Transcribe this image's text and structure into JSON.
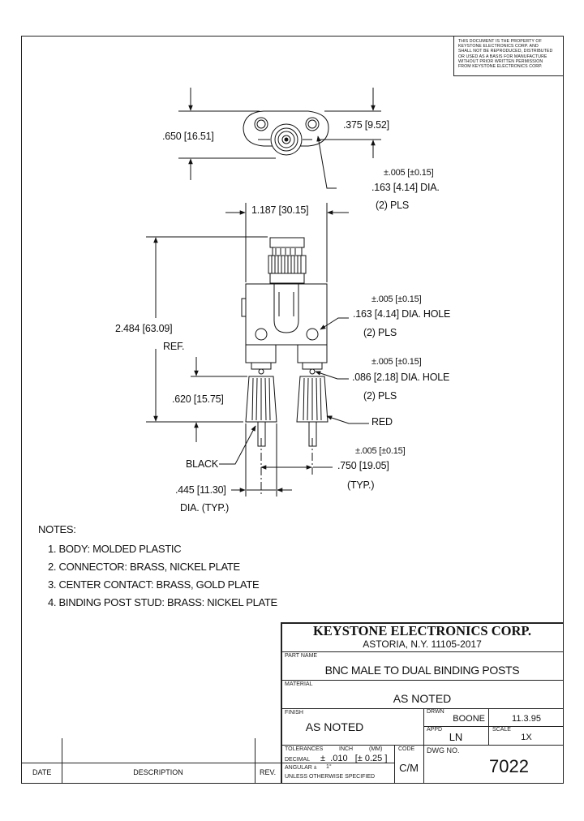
{
  "notice": {
    "lines": [
      "THIS DOCUMENT IS THE PROPERTY OF",
      "KEYSTONE ELECTRONICS CORP. AND",
      "SHALL NOT BE REPRODUCED, DISTRIBUTED",
      "OR USED AS A BASIS FOR MANUFACTURE",
      "WITHOUT PRIOR WRITTEN PERMISSION",
      "FROM KEYSTONE ELECTRONICS CORP."
    ]
  },
  "dimensions": {
    "height_top": ".650 [16.51]",
    "offset_top": ".375  [9.52]",
    "tol_1": "±.005 [±0.15]",
    "dia_mount": ".163 [4.14] DIA.",
    "pls_1": "(2) PLS",
    "width": "1.187  [30.15]",
    "tol_2": "±.005 [±0.15]",
    "dia_hole": ".163 [4.14] DIA. HOLE",
    "pls_2": "(2) PLS",
    "overall_height": "2.484  [63.09]",
    "ref": "REF.",
    "tol_3": "±.005 [±0.15]",
    "dia_small_hole": ".086 [2.18] DIA. HOLE",
    "pls_3": "(2) PLS",
    "post_height": ".620 [15.75]",
    "red": "RED",
    "black": "BLACK",
    "tol_4": "±.005 [±0.15]",
    "spacing": ".750  [19.05]",
    "typ": "(TYP.)",
    "post_dia": ".445  [11.30]",
    "post_dia_typ": "DIA. (TYP.)"
  },
  "notes": {
    "heading": "NOTES:",
    "items": [
      "1. BODY: MOLDED PLASTIC",
      "2. CONNECTOR: BRASS, NICKEL PLATE",
      "3. CENTER CONTACT: BRASS, GOLD PLATE",
      "4. BINDING POST STUD: BRASS: NICKEL PLATE"
    ]
  },
  "title_block": {
    "company": "KEYSTONE ELECTRONICS CORP.",
    "address": "ASTORIA, N.Y. 11105-2017",
    "part_name_label": "PART NAME",
    "part_name": "BNC MALE TO DUAL BINDING POSTS",
    "material_label": "MATERIAL",
    "material": "AS NOTED",
    "finish_label": "FINISH",
    "finish": "AS NOTED",
    "drwn_label": "DRWN",
    "drwn": "BOONE",
    "date": "11.3.95",
    "appd_label": "APPD",
    "appd": "LN",
    "scale_label": "SCALE",
    "scale": "1X",
    "tolerances_label": "TOLERANCES",
    "inch_label": "INCH",
    "mm_label": "(MM)",
    "decimal_label": "DECIMAL",
    "decimal_tol": "±  .010   [± 0.25 ]",
    "angular_label": "ANGULAR ±",
    "angular_tol": "1°",
    "unless": "UNLESS OTHERWISE SPECIFIED",
    "code_label": "CODE",
    "code": "C/M",
    "dwg_label": "DWG NO.",
    "dwg_no": "7022"
  },
  "revision": {
    "date_label": "DATE",
    "description_label": "DESCRIPTION",
    "rev_label": "REV."
  }
}
